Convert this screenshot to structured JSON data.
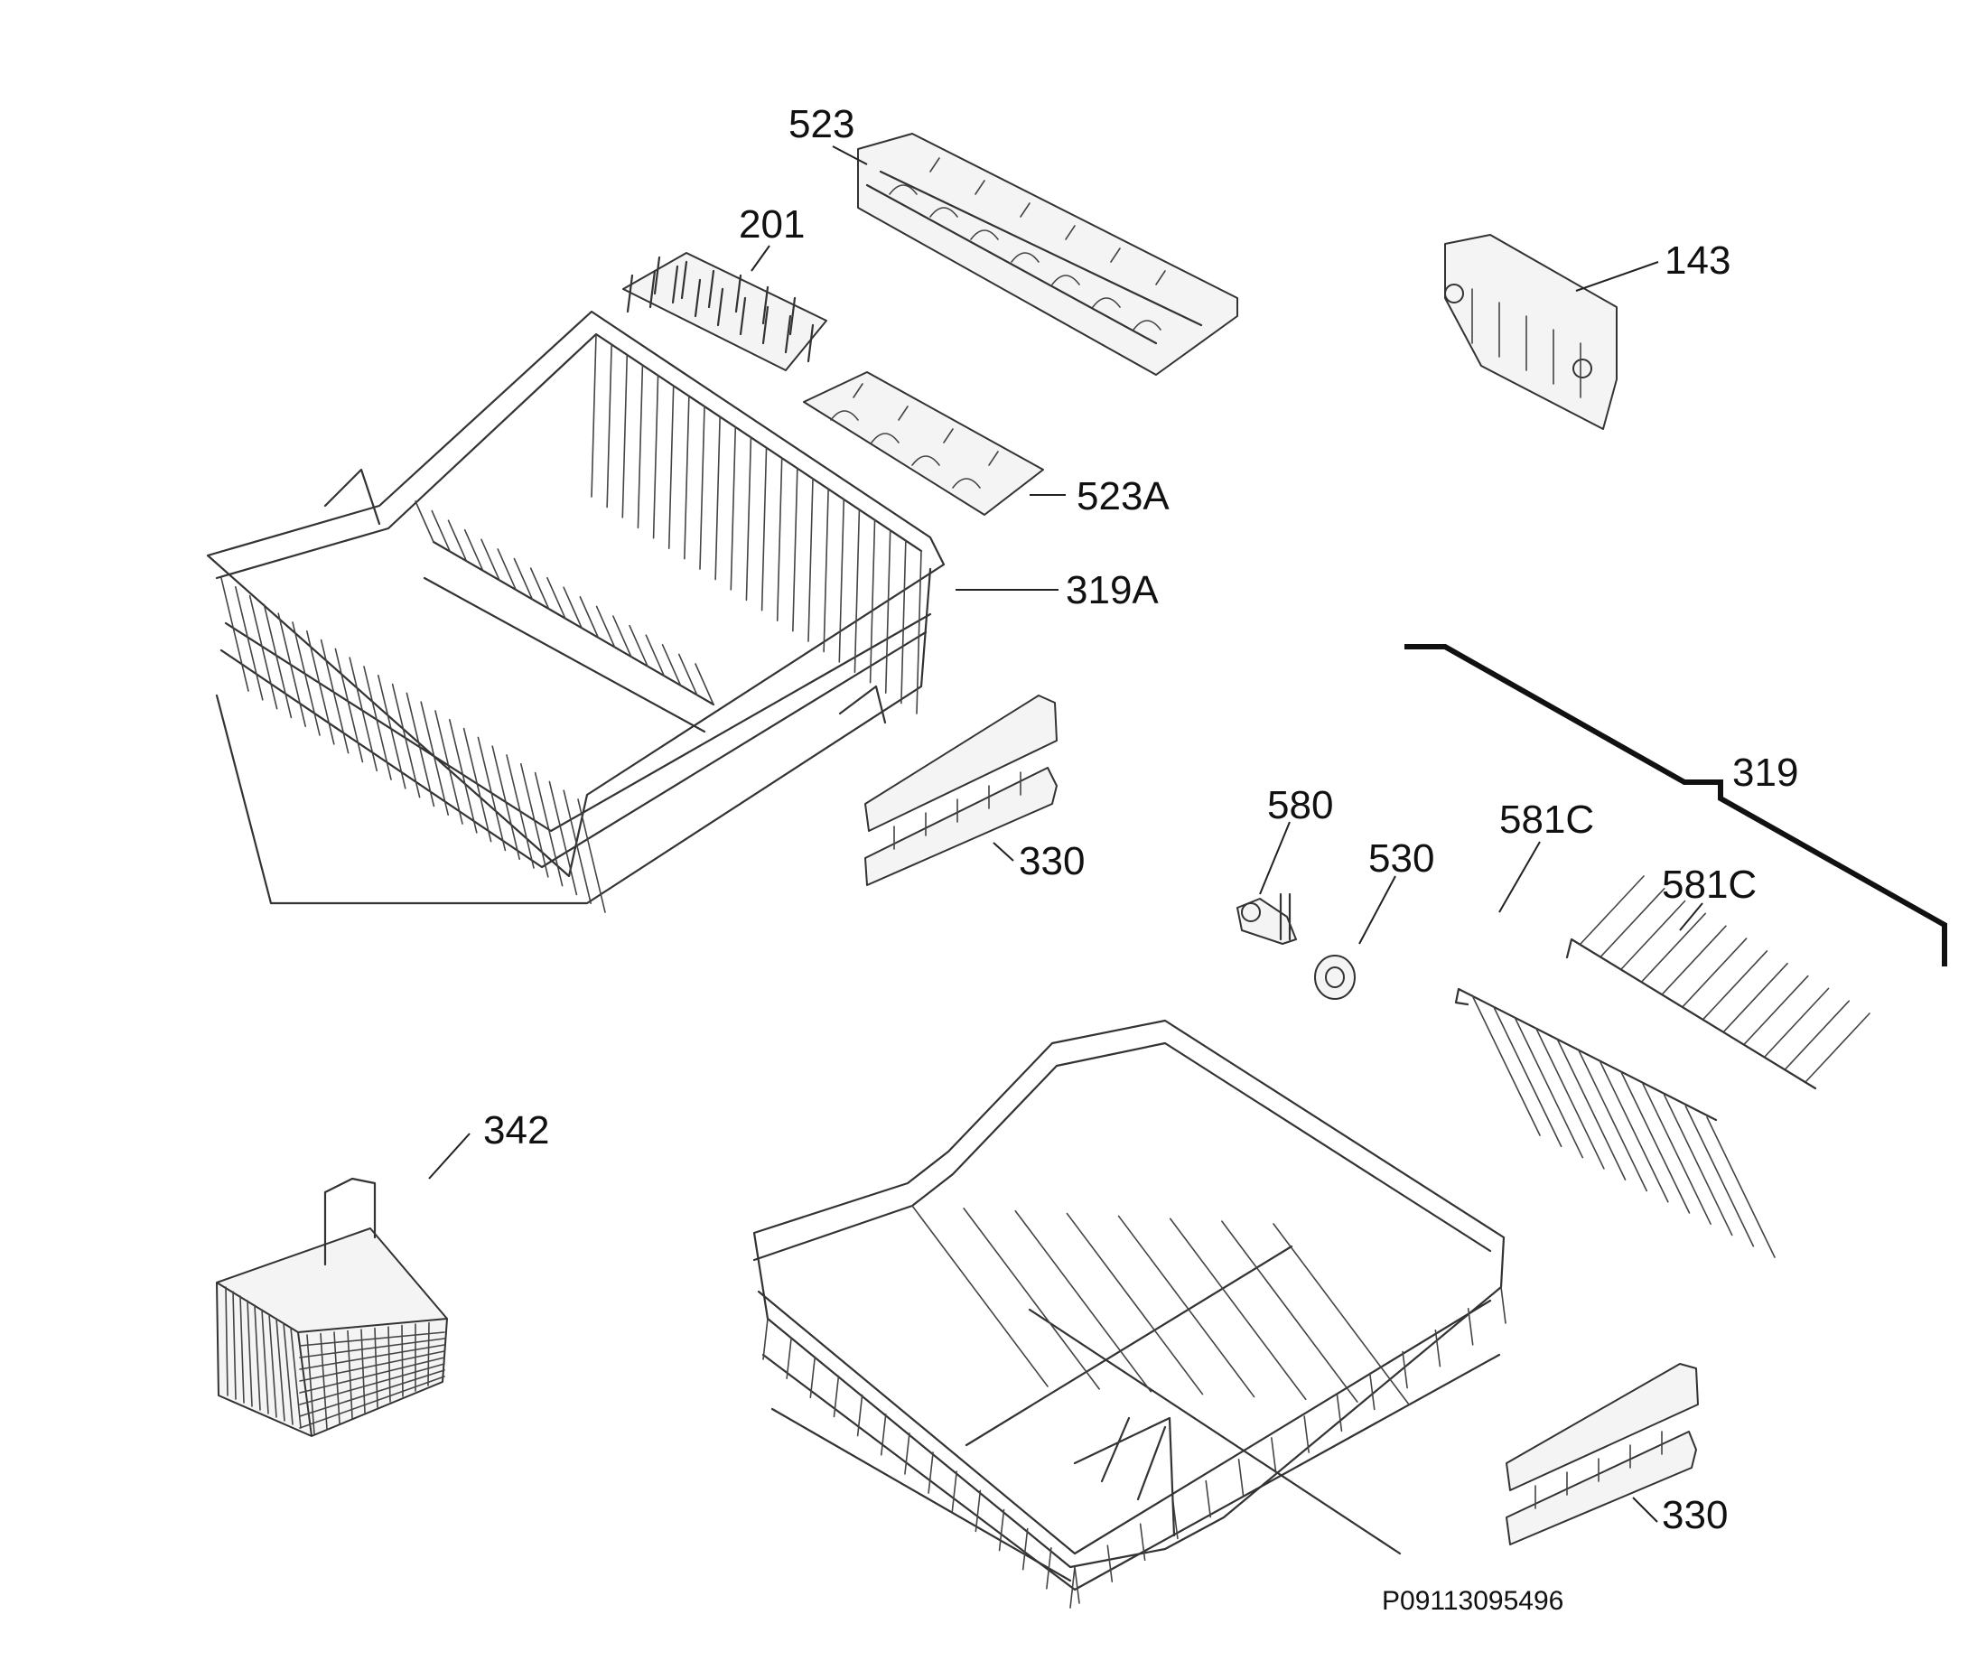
{
  "diagram_code": "P09113095496",
  "callouts": {
    "part_523": "523",
    "part_201": "201",
    "part_143": "143",
    "part_523A": "523A",
    "part_319A": "319A",
    "part_319": "319",
    "part_580": "580",
    "part_530": "530",
    "part_581C_left": "581C",
    "part_581C_right": "581C",
    "part_330_upper": "330",
    "part_342": "342",
    "part_330_lower": "330"
  }
}
